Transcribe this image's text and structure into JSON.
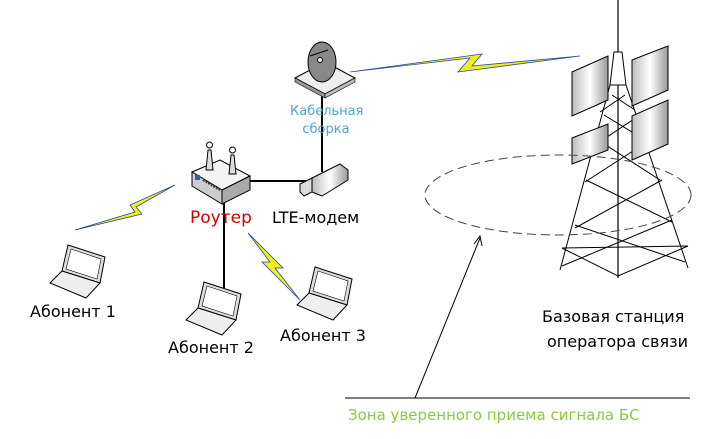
{
  "labels": {
    "cable": [
      "Кабельная",
      "сборка"
    ],
    "router": "Роутер",
    "modem": "LTE-модем",
    "subscriber1": "Абонент 1",
    "subscriber2": "Абонент 2",
    "subscriber3": "Абонент 3",
    "station": [
      "Базовая станция",
      "оператора связи"
    ],
    "zone": "Зона уверенного приема сигнала БС"
  },
  "colors": {
    "cable": "#4aa8d0",
    "router": "#d40000",
    "zone": "#8dc63f",
    "signal": "#f0f020"
  }
}
